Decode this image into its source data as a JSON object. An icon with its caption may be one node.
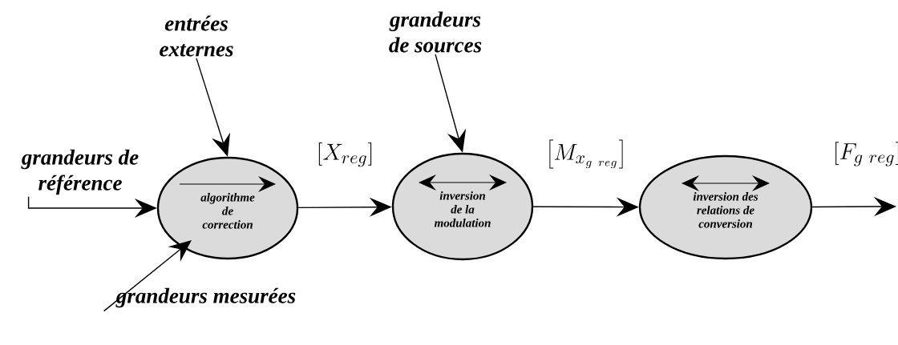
{
  "diagram": {
    "nodes": [
      {
        "text": [
          "grandeurs de référence"
        ]
      },
      {
        "text": [
          "entrées externes"
        ]
      },
      {
        "text": [
          "algorithme de correction"
        ]
      },
      {
        "text": [
          "grandeurs mesurées"
        ]
      },
      {
        "text": [
          "grandeurs de sources"
        ]
      },
      {
        "text": [
          "inversion de la modulation"
        ]
      },
      {
        "text": [
          "inversion des relations de conversion"
        ]
      }
    ],
    "edges": [
      {
        "from": 0,
        "to": 2,
        "arrow": "to"
      },
      {
        "from": 1,
        "to": 2,
        "arrow": "to"
      },
      {
        "from": 3,
        "to": 2,
        "arrow": "to"
      },
      {
        "from": 2,
        "to": 5,
        "arrow": "to",
        "label": "\\left[X_{reg}\\right]"
      },
      {
        "from": 4,
        "to": 5,
        "arrow": "to"
      },
      {
        "from": 5,
        "to": 6,
        "arrow": "to",
        "label": "\\left[M_{x_{g\\ reg}}\\right]"
      },
      {
        "from": 6,
        "to": null,
        "arrow": "to",
        "label": "\\left[F_{g\\ reg}\\right]"
      }
    ]
  }
}
